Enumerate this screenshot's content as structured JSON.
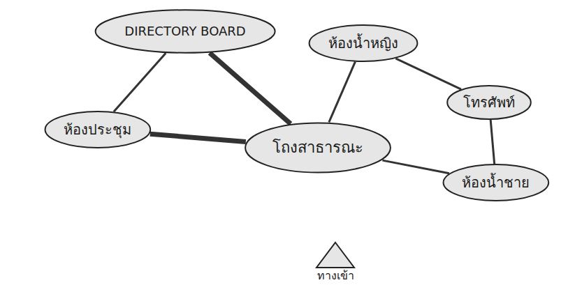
{
  "diagram": {
    "nodes": [
      {
        "text": [
          "DIRECTORY BOARD"
        ]
      },
      {
        "text": [
          "ห้องน้ำหญิง"
        ]
      },
      {
        "text": [
          "โทรศัพท์"
        ]
      },
      {
        "text": [
          "ห้องประชุม"
        ]
      },
      {
        "text": [
          "โถงสาธารณะ"
        ]
      },
      {
        "text": [
          "ห้องน้ำชาย"
        ]
      },
      {
        "text": [
          "ทางเข้า"
        ]
      }
    ],
    "edges": [
      {
        "from": 0,
        "to": 3,
        "arrow": "none"
      },
      {
        "from": 0,
        "to": 4,
        "arrow": "none"
      },
      {
        "from": 3,
        "to": 4,
        "arrow": "none"
      },
      {
        "from": 4,
        "to": 1,
        "arrow": "none"
      },
      {
        "from": 1,
        "to": 2,
        "arrow": "none"
      },
      {
        "from": 2,
        "to": 5,
        "arrow": "none"
      },
      {
        "from": 4,
        "to": 5,
        "arrow": "none"
      }
    ]
  }
}
